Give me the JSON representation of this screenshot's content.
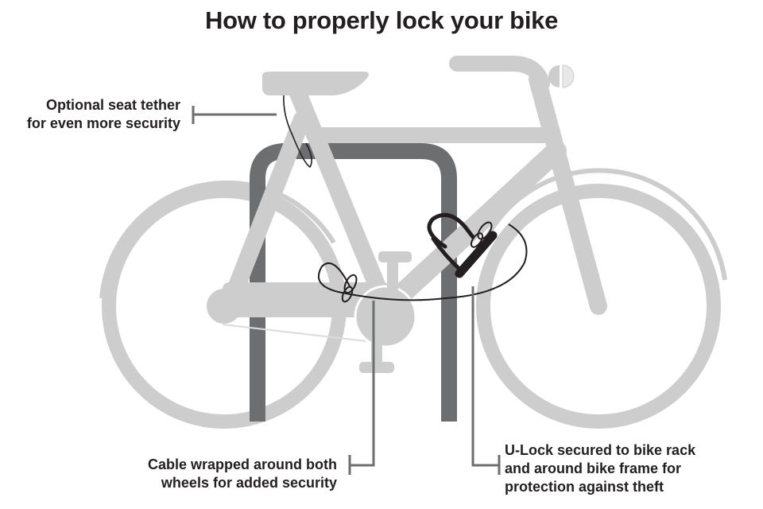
{
  "title": "How to properly lock your bike",
  "callouts": {
    "seat_tether": [
      "Optional seat tether",
      "for even more security"
    ],
    "cable": [
      "Cable wrapped around both",
      "wheels for added security"
    ],
    "u_lock": [
      "U-Lock secured to bike rack",
      "and around bike frame for",
      "protection against theft"
    ]
  },
  "colors": {
    "bike": "#cdcdcd",
    "bike_dark": "#bdbdbd",
    "rack": "#6d6e70",
    "lock": "#231f20",
    "pointer": "#6d6e70",
    "text": "#231f20"
  }
}
